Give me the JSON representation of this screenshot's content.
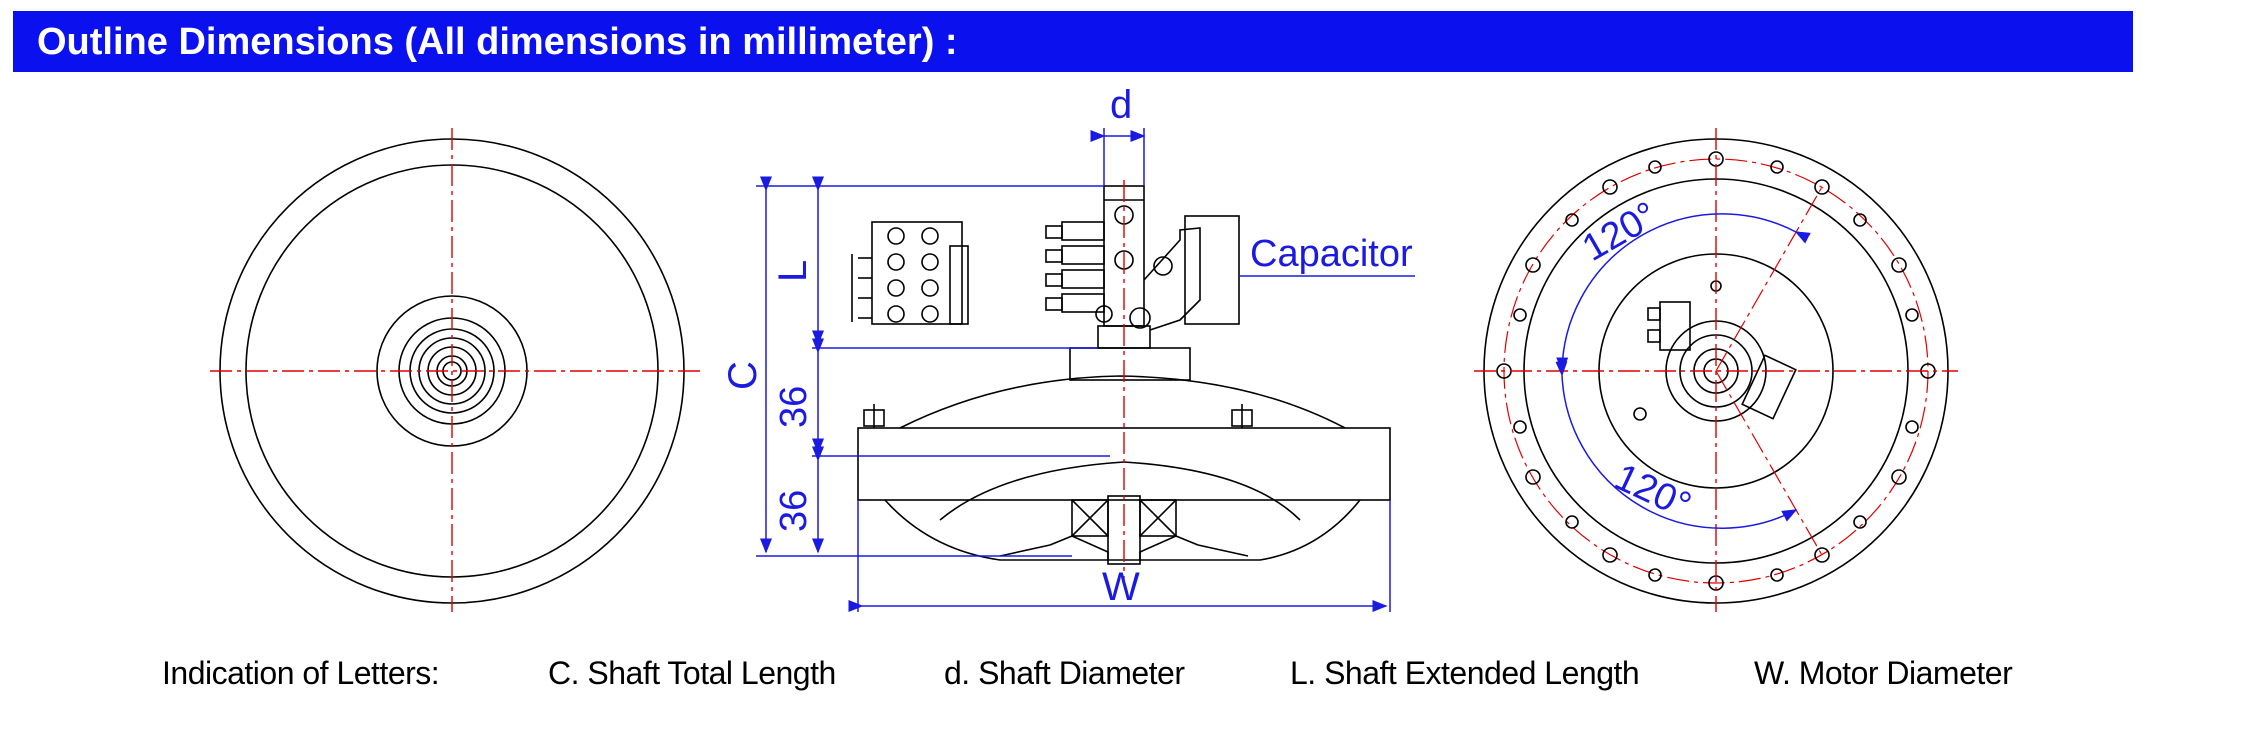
{
  "header": {
    "title": "Outline Dimensions (All dimensions in millimeter) :"
  },
  "labels": {
    "d": "d",
    "L": "L",
    "C": "C",
    "upper_36": "36",
    "lower_36": "36",
    "W": "W",
    "capacitor": "Capacitor",
    "angle_top": "120°",
    "angle_bottom": "120°"
  },
  "legend": {
    "title": "Indication of Letters:",
    "items": [
      "C. Shaft Total Length",
      "d. Shaft Diameter",
      "L. Shaft Extended Length",
      "W. Motor Diameter"
    ]
  },
  "colors": {
    "header_bg": "#0a10ee",
    "dimension": "#1a1ae0",
    "centerline": "#e00000",
    "drawing": "#000000"
  }
}
